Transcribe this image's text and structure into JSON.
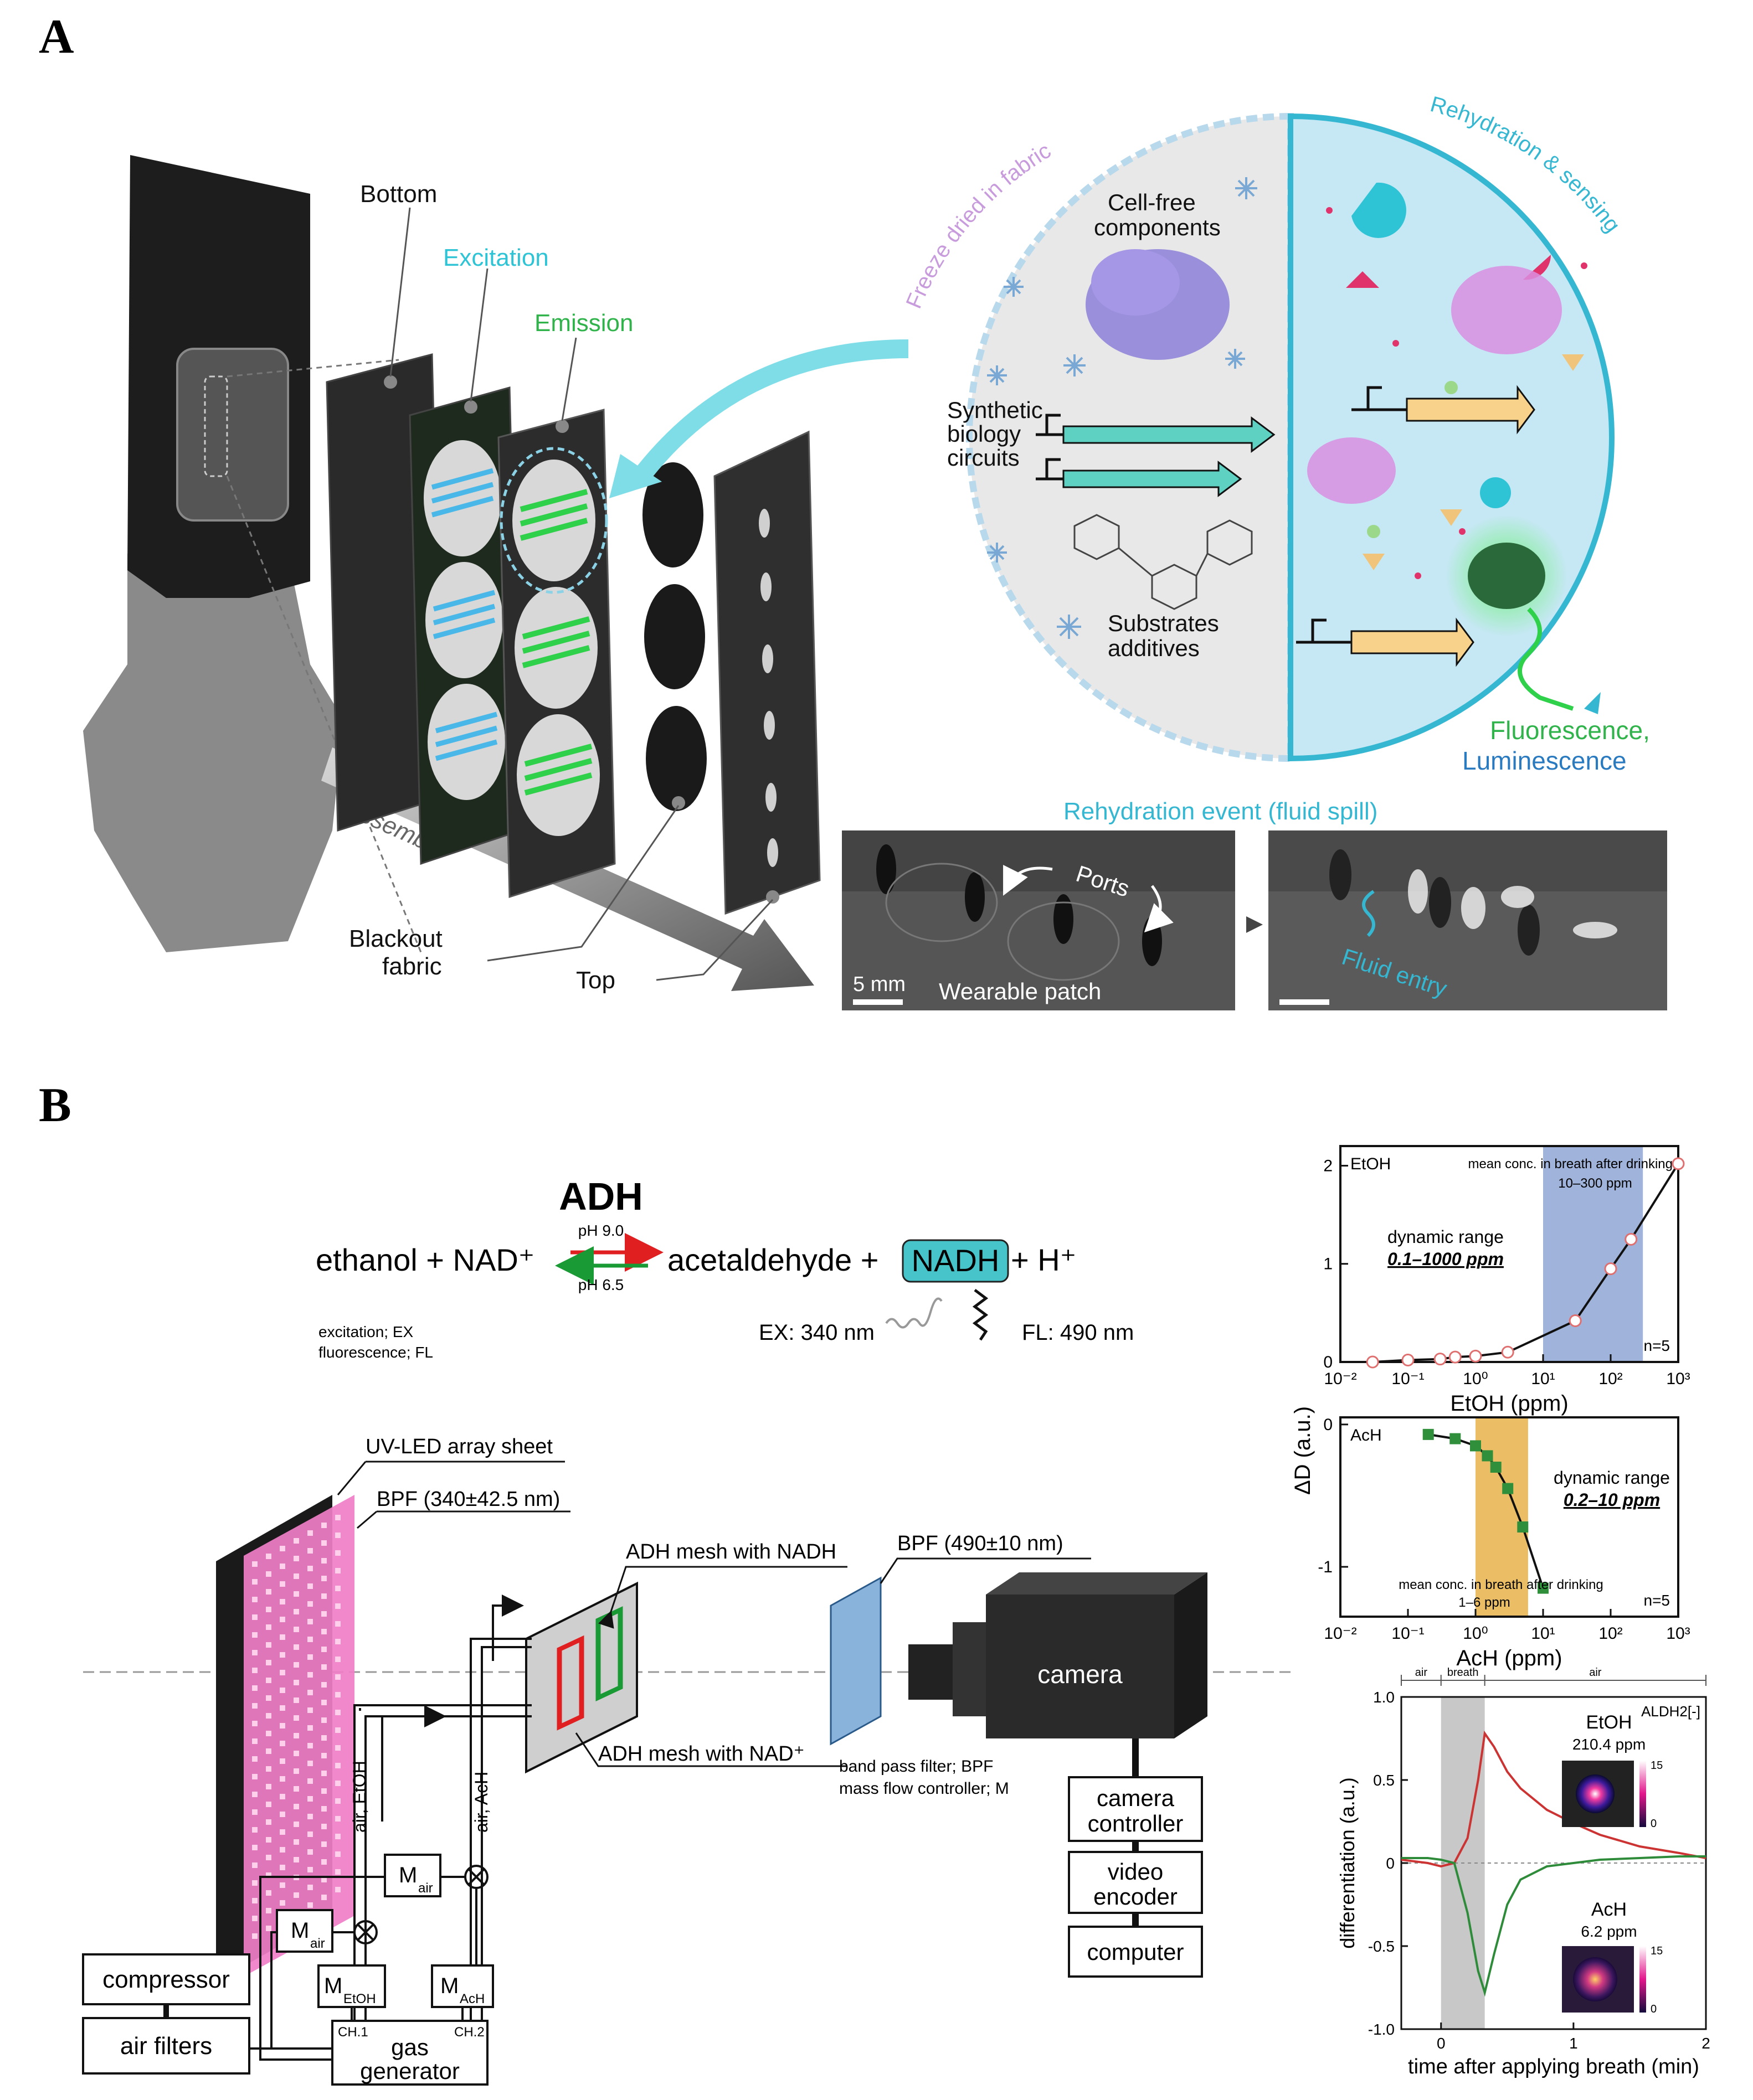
{
  "panel_a": {
    "letter": "A",
    "layers": {
      "bottom": "Bottom",
      "excitation": "Excitation",
      "emission": "Emission",
      "blackout": [
        "Blackout",
        "fabric"
      ],
      "top": "Top",
      "assembly": "Assembly"
    },
    "freeze": {
      "arc_title": "Freeze dried in fabric",
      "cellfree": [
        "Cell-free",
        "components"
      ],
      "synthetic": [
        "Synthetic",
        "biology",
        "circuits"
      ],
      "substrates": [
        "Substrates",
        "additives"
      ]
    },
    "rehydration": {
      "arc_title": "Rehydration & sensing",
      "fluorescence": "Fluorescence,",
      "luminescence": "Luminescence"
    },
    "event": {
      "title": "Rehydration event (fluid spill)",
      "ports": "Ports",
      "scale": "5 mm",
      "patch": "Wearable patch",
      "fluid_entry": "Fluid entry"
    },
    "colors": {
      "excitation": "#2ec4d6",
      "emission": "#2fb34a",
      "freeze": "#c79bdc",
      "rehydration": "#36b7d1"
    }
  },
  "panel_b": {
    "letter": "B",
    "reaction": {
      "enzyme": "ADH",
      "left": "ethanol + NAD⁺",
      "ph_fwd": "pH 9.0",
      "ph_rev": "pH 6.5",
      "right_a": "acetaldehyde + ",
      "nadh": "NADH",
      "right_b": " + H⁺",
      "legend_ex": "excitation; EX",
      "legend_fl": "fluorescence; FL",
      "ex": "EX: 340 nm",
      "fl": "FL: 490 nm"
    },
    "setup": {
      "uvled": "UV-LED array sheet",
      "bpf340": "BPF (340±42.5 nm)",
      "mesh_nadh": "ADH mesh with NADH",
      "mesh_nad": "ADH mesh with NAD⁺",
      "bpf490": "BPF (490±10 nm)",
      "camera": "camera",
      "legend_bpf": "band pass filter; BPF",
      "legend_m": "mass flow controller; M",
      "camera_controller": [
        "camera",
        "controller"
      ],
      "video_encoder": [
        "video",
        "encoder"
      ],
      "computer": "computer",
      "air_etoh": "air, EtOH",
      "air_ach": "air, AcH",
      "m_letter": "M",
      "m_air_sub": "air",
      "m_etoh_sub": "EtOH",
      "m_ach_sub": "AcH",
      "compressor": "compressor",
      "air_filters": "air filters",
      "gas_generator": [
        "gas",
        "generator"
      ],
      "ch1": "CH.1",
      "ch2": "CH.2"
    }
  },
  "chart_data": [
    {
      "type": "scatter",
      "title": "EtOH",
      "xlabel": "EtOH (ppm)",
      "ylabel": "ΔD (a.u.)",
      "xscale": "log",
      "xlim": [
        0.01,
        1000
      ],
      "ylim": [
        0,
        2.2
      ],
      "yticks": [
        0,
        1,
        2
      ],
      "xtick_labels": [
        "10⁻²",
        "10⁻¹",
        "10⁰",
        "10¹",
        "10²",
        "10³"
      ],
      "x": [
        0.03,
        0.1,
        0.3,
        0.5,
        1,
        3,
        30,
        100,
        200,
        1000
      ],
      "y": [
        0.0,
        0.02,
        0.03,
        0.05,
        0.06,
        0.1,
        0.42,
        0.95,
        1.25,
        2.02
      ],
      "band": {
        "from": 10,
        "to": 300
      },
      "band_label": [
        "mean conc. in breath after drinking",
        "10–300 ppm"
      ],
      "range_label": [
        "dynamic range",
        "0.1–1000 ppm"
      ],
      "n": "n=5",
      "marker_color": "#e07070",
      "band_color": "#8fa6d4"
    },
    {
      "type": "scatter",
      "title": "AcH",
      "xlabel": "AcH (ppm)",
      "xscale": "log",
      "xlim": [
        0.01,
        1000
      ],
      "ylim": [
        -1.35,
        0.05
      ],
      "yticks": [
        0,
        -1
      ],
      "xtick_labels": [
        "10⁻²",
        "10⁻¹",
        "10⁰",
        "10¹",
        "10²",
        "10³"
      ],
      "x": [
        0.2,
        0.5,
        1,
        1.5,
        2,
        3,
        5,
        10
      ],
      "y": [
        -0.07,
        -0.1,
        -0.15,
        -0.22,
        -0.3,
        -0.45,
        -0.72,
        -1.15
      ],
      "band": {
        "from": 1,
        "to": 6
      },
      "band_label": [
        "mean conc. in breath after drinking",
        "1–6 ppm"
      ],
      "range_label": [
        "dynamic range",
        "0.2–10 ppm"
      ],
      "n": "n=5",
      "marker_color": "#2f8f3a",
      "band_color": "#e8b34a"
    },
    {
      "type": "line",
      "xlabel": "time after applying breath (min)",
      "ylabel": "differentiation (a.u.)",
      "xlim": [
        -0.3,
        2
      ],
      "ylim": [
        -1.0,
        1.0
      ],
      "xticks": [
        0,
        1,
        2
      ],
      "yticks": [
        1.0,
        0.5,
        0,
        -0.5,
        -1.0
      ],
      "ytick_labels": [
        "1.0",
        "0.5",
        "0",
        "-0.5",
        "-1.0"
      ],
      "shade": {
        "from": 0,
        "to": 0.33
      },
      "phases": [
        "air",
        "breath",
        "air"
      ],
      "corner_label": "ALDH2[-]",
      "series": [
        {
          "name": "EtOH",
          "value_label": "210.4 ppm",
          "color": "#cc3333",
          "x": [
            -0.3,
            -0.1,
            0,
            0.1,
            0.2,
            0.28,
            0.33,
            0.4,
            0.5,
            0.6,
            0.8,
            1.0,
            1.2,
            1.5,
            1.8,
            2.0
          ],
          "y": [
            0.02,
            0.0,
            -0.02,
            0.0,
            0.15,
            0.5,
            0.78,
            0.7,
            0.55,
            0.45,
            0.32,
            0.24,
            0.17,
            0.1,
            0.06,
            0.03
          ]
        },
        {
          "name": "AcH",
          "value_label": "6.2 ppm",
          "color": "#2e8b3a",
          "x": [
            -0.3,
            -0.1,
            0,
            0.1,
            0.2,
            0.28,
            0.33,
            0.4,
            0.5,
            0.6,
            0.8,
            1.0,
            1.2,
            1.5,
            1.8,
            2.0
          ],
          "y": [
            0.03,
            0.03,
            0.02,
            0.0,
            -0.3,
            -0.65,
            -0.78,
            -0.55,
            -0.25,
            -0.1,
            -0.02,
            0.0,
            0.02,
            0.03,
            0.04,
            0.04
          ]
        }
      ],
      "colorbar_max": "15",
      "colorbar_min": "0"
    }
  ]
}
